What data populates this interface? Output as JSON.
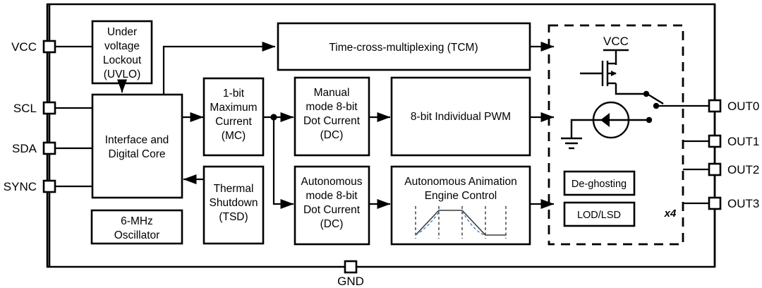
{
  "diagram": {
    "title": "LED driver functional block diagram",
    "replication_note": "x4",
    "colors": {
      "line": "#000000",
      "block_fill": "#ffffff",
      "waveform_dashed": "#4a7fbf",
      "background": "#ffffff"
    }
  },
  "input_pins": [
    {
      "name": "VCC",
      "label": "VCC"
    },
    {
      "name": "SCL",
      "label": "SCL"
    },
    {
      "name": "SDA",
      "label": "SDA"
    },
    {
      "name": "SYNC",
      "label": "SYNC"
    }
  ],
  "output_pins": [
    {
      "name": "OUT0",
      "label": "OUT0"
    },
    {
      "name": "OUT1",
      "label": "OUT1"
    },
    {
      "name": "OUT2",
      "label": "OUT2"
    },
    {
      "name": "OUT3",
      "label": "OUT3"
    }
  ],
  "ground_pin": {
    "label": "GND"
  },
  "blocks": {
    "uvlo": {
      "lines": [
        "Under",
        "voltage",
        "Lockout",
        "(UVLO)"
      ]
    },
    "interface": {
      "lines": [
        "Interface and",
        "Digital Core"
      ]
    },
    "oscillator": {
      "lines": [
        "6-MHz",
        "Oscillator"
      ]
    },
    "mc": {
      "lines": [
        "1-bit",
        "Maximum",
        "Current",
        "(MC)"
      ]
    },
    "tsd": {
      "lines": [
        "Thermal",
        "Shutdown",
        "(TSD)"
      ]
    },
    "tcm": {
      "lines": [
        "Time-cross-multiplexing (TCM)"
      ]
    },
    "manual_dc": {
      "lines": [
        "Manual",
        "mode 8-bit",
        "Dot Current",
        "(DC)"
      ]
    },
    "auto_dc": {
      "lines": [
        "Autonomous",
        "mode 8-bit",
        "Dot Current",
        "(DC)"
      ]
    },
    "pwm": {
      "lines": [
        "8-bit Individual PWM"
      ]
    },
    "animation": {
      "lines": [
        "Autonomous Animation",
        "Engine Control"
      ]
    },
    "deghost": {
      "lines": [
        "De-ghosting"
      ]
    },
    "lodlsd": {
      "lines": [
        "LOD/LSD"
      ]
    }
  },
  "output_stage": {
    "supply_label": "VCC",
    "elements": [
      "pmos-transistor",
      "current-source",
      "spdt-switch",
      "ground-symbol"
    ]
  }
}
